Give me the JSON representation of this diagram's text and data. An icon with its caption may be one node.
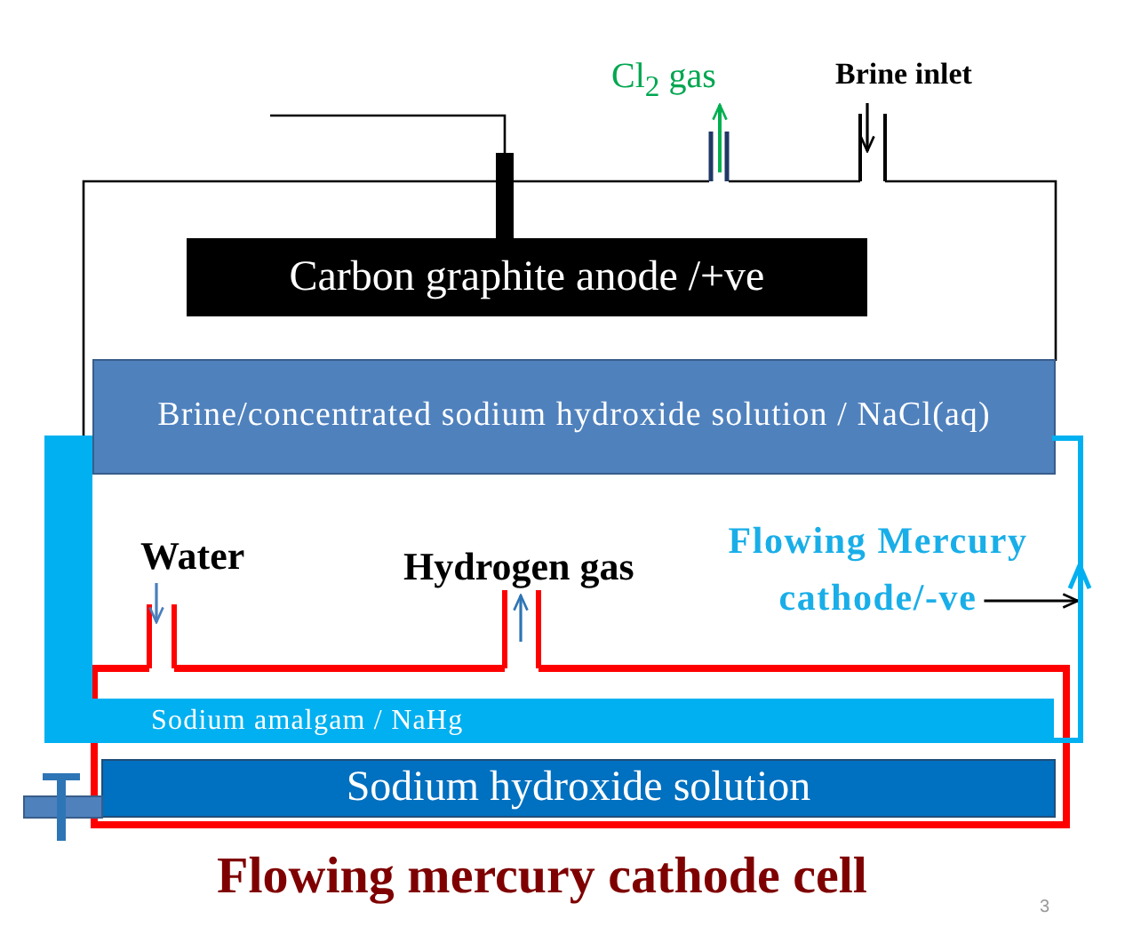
{
  "diagram": {
    "caption": "Flowing mercury cathode cell",
    "nodes": [
      {
        "text": [
          "Carbon graphite anode /+ve"
        ]
      },
      {
        "text": [
          "Brine/concentrated sodium hydroxide solution / NaCl(aq)"
        ]
      },
      {
        "text": [],
        "shape": "bar"
      },
      {
        "text": [],
        "shape": "bar"
      },
      {
        "text": [
          "Flowing Mercury cathode/-ve"
        ]
      },
      {
        "text": [
          "Sodium amalgam / NaHg"
        ]
      },
      {
        "text": [
          "Sodium hydroxide solution"
        ]
      }
    ],
    "edges": [
      {
        "from": 4,
        "to": 3,
        "arrow": "to"
      }
    ],
    "labels": [
      "Cl$_{2}$ gas",
      "Brine inlet",
      "Water",
      "Hydrogen gas",
      "3"
    ]
  }
}
